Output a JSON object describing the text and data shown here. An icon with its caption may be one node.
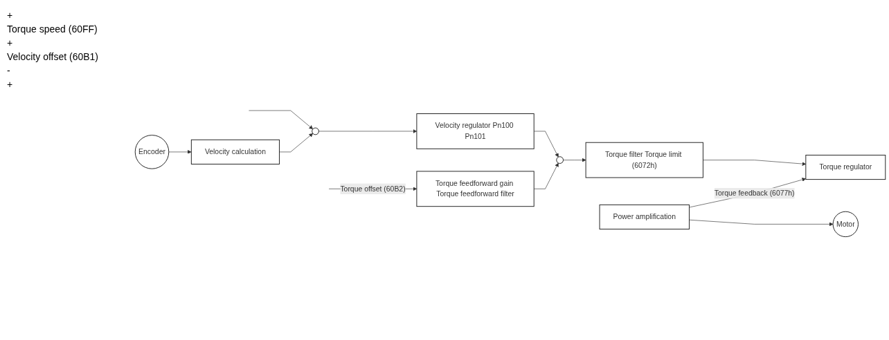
{
  "diagram": {
    "nodes": [
      {
        "text": [
          "Torque feedforward gain Torque feedforward filter"
        ]
      },
      {
        "text": [],
        "shape": "circle"
      },
      {
        "text": [
          "Velocity regulator Pn100 Pn101"
        ]
      },
      {
        "text": [],
        "shape": "circle"
      },
      {
        "text": [
          "Torque filter Torque limit (6072h)"
        ]
      },
      {
        "text": [
          "Torque regulator"
        ]
      },
      {
        "text": [
          "Power amplification"
        ]
      },
      {
        "text": [
          "Motor"
        ]
      },
      {
        "text": [
          "Encoder"
        ]
      },
      {
        "text": [
          "Velocity calculation"
        ]
      }
    ],
    "edges": [
      {
        "from": null,
        "to": 0,
        "arrow": "to",
        "label": "Torque offset (60B2)"
      },
      {
        "from": null,
        "to": 1,
        "arrow": "to"
      },
      {
        "from": 1,
        "to": 2,
        "arrow": "to"
      },
      {
        "from": 2,
        "to": 3,
        "arrow": "to"
      },
      {
        "from": 0,
        "to": 3,
        "arrow": "to"
      },
      {
        "from": 3,
        "to": 4,
        "arrow": "to"
      },
      {
        "from": 4,
        "to": 5,
        "arrow": "to"
      },
      {
        "from": 6,
        "to": 7,
        "arrow": "to"
      },
      {
        "from": 6,
        "to": 5,
        "arrow": "to",
        "label": "Torque feedback (6077h)"
      },
      {
        "from": 8,
        "to": 9,
        "arrow": "to"
      },
      {
        "from": 9,
        "to": 1,
        "arrow": "to"
      }
    ],
    "labels": [
      "+",
      "Torque speed (60FF)",
      "+",
      "Velocity offset (60B1)",
      "-",
      "+"
    ]
  }
}
